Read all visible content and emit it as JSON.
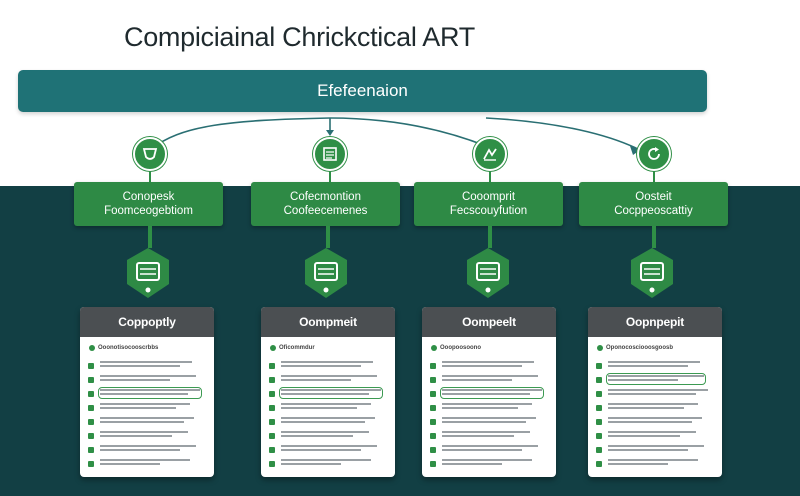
{
  "title": "Compiciainal Chrickctical ART",
  "top_bar": {
    "label": "Efefeenaion"
  },
  "columns": [
    {
      "icon": "shield-icon",
      "box_line1": "Conopesk",
      "box_line2": "Foomceogebtiom",
      "card_title": "Coppoptly",
      "card_subtitle": "Ooonotisocooscrbbs",
      "highlight_row": 2
    },
    {
      "icon": "document-icon",
      "box_line1": "Cofecmontion",
      "box_line2": "Coofeecemenes",
      "card_title": "Oompmeit",
      "card_subtitle": "Oficommdur",
      "highlight_row": 2
    },
    {
      "icon": "chart-icon",
      "box_line1": "Cooomprit",
      "box_line2": "Fecscouyfution",
      "card_title": "Oompeelt",
      "card_subtitle": "Ooopoosoono",
      "highlight_row": 2
    },
    {
      "icon": "refresh-icon",
      "box_line1": "Oosteit",
      "box_line2": "Cocppeoscattiy",
      "card_title": "Oopnpepit",
      "card_subtitle": "Oponocosciooosgoosb",
      "highlight_row": 1
    }
  ],
  "colors": {
    "band": "#123f44",
    "top_bar": "#1f7276",
    "green": "#2e8a45",
    "card_header": "#4b4f52"
  }
}
